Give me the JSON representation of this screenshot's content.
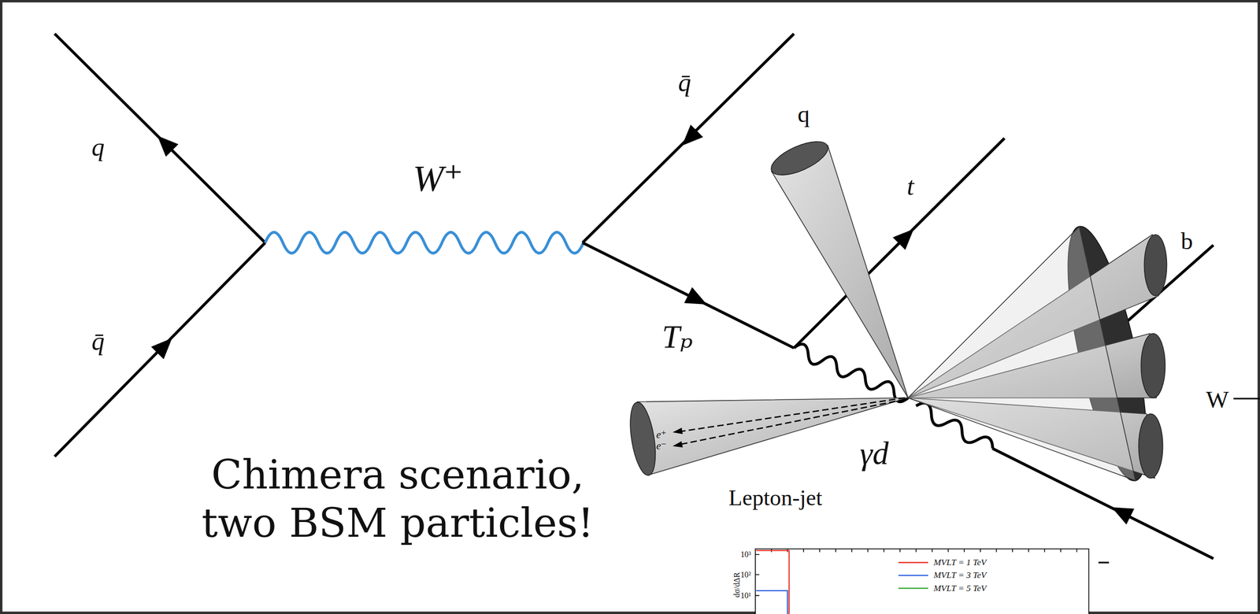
{
  "diagram": {
    "labels": [
      "q",
      "q̄",
      "W⁺",
      "q̄",
      "t",
      "Tₚ",
      "γd",
      "q",
      "b",
      "W",
      "e⁺",
      "e⁻",
      "Lepton-jet",
      "Chimera scenario, two BSM particles!",
      "dσ/dΔR",
      "10³",
      "10²",
      "10¹"
    ],
    "legend": [
      {
        "text": "MVLT = 1 TeV"
      },
      {
        "text": "MVLT = 3 TeV"
      },
      {
        "text": "MVLT = 5 TeV"
      }
    ]
  }
}
